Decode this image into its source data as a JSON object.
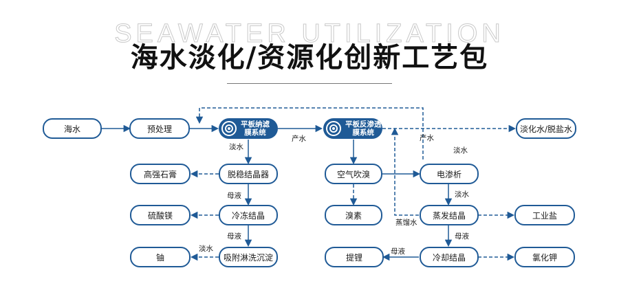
{
  "watermark": "SEAWATER UTILIZATION",
  "title": "海水淡化/资源化创新工艺包",
  "nodes": {
    "seawater": "海水",
    "pretreat": "预处理",
    "desal": "淡化水/脱盐水",
    "gypsum": "高强石膏",
    "destab": "脱稳结晶器",
    "airblow": "空气吹溴",
    "electro": "电渗析",
    "mgso4": "硫酸镁",
    "freeze": "冷冻结晶",
    "bromine": "溴素",
    "evap": "蒸发结晶",
    "salt": "工业盐",
    "uranium": "铀",
    "adsorb": "吸附淋洗沉淀",
    "lithium": "提锂",
    "cool": "冷却结晶",
    "kcl": "氯化钾"
  },
  "membranes": {
    "nano": {
      "line1": "平板纳滤",
      "line2": "膜系统"
    },
    "ro": {
      "line1": "平板反渗透",
      "line2": "膜系统"
    }
  },
  "labels": {
    "fresh1": "淡水",
    "product1": "产水",
    "product2": "产水",
    "fresh2": "淡水",
    "mother1": "母液",
    "mother2": "母液",
    "fresh3": "淡水",
    "fresh4": "淡水",
    "distill": "蒸馏水",
    "mother3": "母液",
    "mother4": "母液"
  },
  "colors": {
    "primary": "#1f5a96",
    "text": "#1a1a1a"
  }
}
